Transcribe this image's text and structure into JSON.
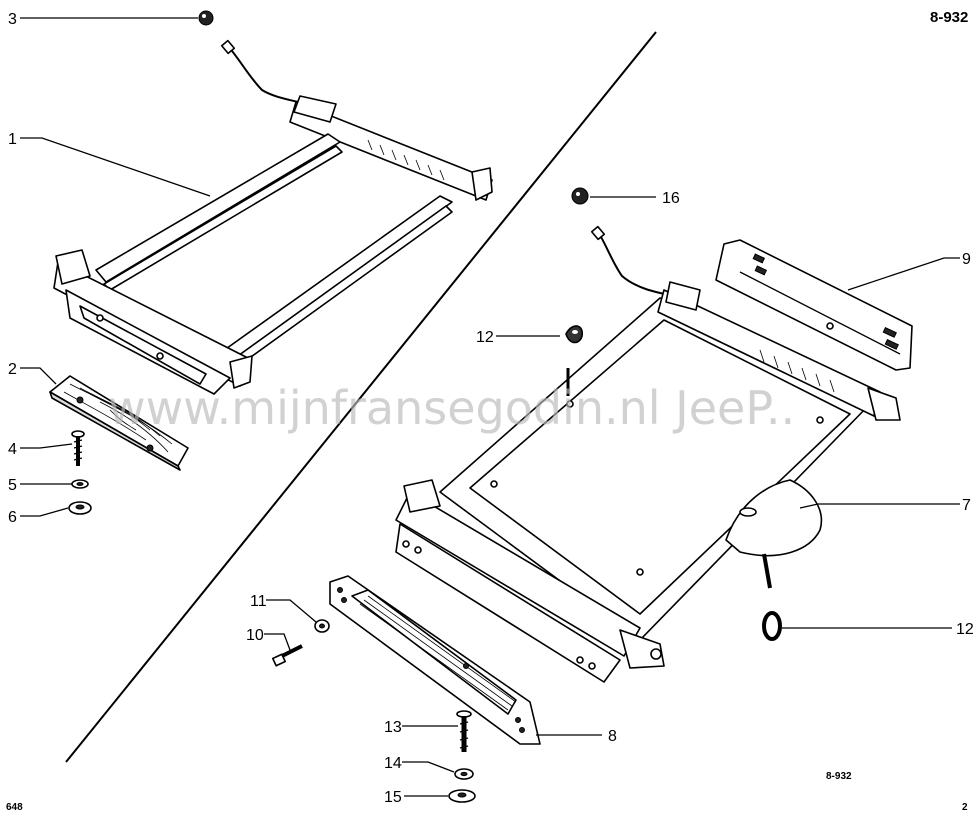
{
  "sheet": {
    "code_top": "8-932",
    "code_bottom": "8-932",
    "page_left": "648",
    "page_right": "2"
  },
  "watermark": "www.mijnfransegodin.nl  JeeP..",
  "callouts": {
    "c1": "1",
    "c2": "2",
    "c3": "3",
    "c4": "4",
    "c5": "5",
    "c6": "6",
    "c7": "7",
    "c8": "8",
    "c9": "9",
    "c10": "10",
    "c11": "11",
    "c12a": "12",
    "c12b": "12",
    "c13": "13",
    "c14": "14",
    "c15": "15",
    "c16": "16"
  }
}
